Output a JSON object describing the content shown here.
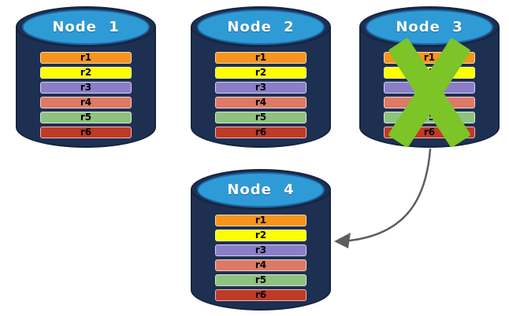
{
  "colors": {
    "background": "#FFFFFF",
    "cylinder_body": "#1E3052",
    "cylinder_outline": "#142440",
    "cylinder_top": "#2F9BD6",
    "cylinder_top_outline": "#1B6CA8",
    "node_label_text": "#FFFFFF",
    "row_text": "#000000",
    "failure_x": "#7CC427",
    "arrow": "#5E5E5E"
  },
  "nodes": [
    {
      "label": "Node 1",
      "failed": false,
      "rows": [
        {
          "label": "r1",
          "color": "#F7941D"
        },
        {
          "label": "r2",
          "color": "#FFFF00"
        },
        {
          "label": "r3",
          "color": "#8B7EC8"
        },
        {
          "label": "r4",
          "color": "#DD7A67"
        },
        {
          "label": "r5",
          "color": "#8FC180"
        },
        {
          "label": "r6",
          "color": "#C03A28"
        }
      ]
    },
    {
      "label": "Node 2",
      "failed": false,
      "rows": [
        {
          "label": "r1",
          "color": "#F7941D"
        },
        {
          "label": "r2",
          "color": "#FFFF00"
        },
        {
          "label": "r3",
          "color": "#8B7EC8"
        },
        {
          "label": "r4",
          "color": "#DD7A67"
        },
        {
          "label": "r5",
          "color": "#8FC180"
        },
        {
          "label": "r6",
          "color": "#C03A28"
        }
      ]
    },
    {
      "label": "Node 3",
      "failed": true,
      "rows": [
        {
          "label": "r1",
          "color": "#F7941D"
        },
        {
          "label": "r2",
          "color": "#FFFF00"
        },
        {
          "label": "r3",
          "color": "#8B7EC8"
        },
        {
          "label": "r4",
          "color": "#DD7A67"
        },
        {
          "label": "r5",
          "color": "#8FC180"
        },
        {
          "label": "r6",
          "color": "#C03A28"
        }
      ]
    },
    {
      "label": "Node 4",
      "failed": false,
      "rows": [
        {
          "label": "r1",
          "color": "#F7941D"
        },
        {
          "label": "r2",
          "color": "#FFFF00"
        },
        {
          "label": "r3",
          "color": "#8B7EC8"
        },
        {
          "label": "r4",
          "color": "#DD7A67"
        },
        {
          "label": "r5",
          "color": "#8FC180"
        },
        {
          "label": "r6",
          "color": "#C03A28"
        }
      ]
    }
  ],
  "arrow": {
    "from": "Node 3",
    "to": "Node 4"
  }
}
